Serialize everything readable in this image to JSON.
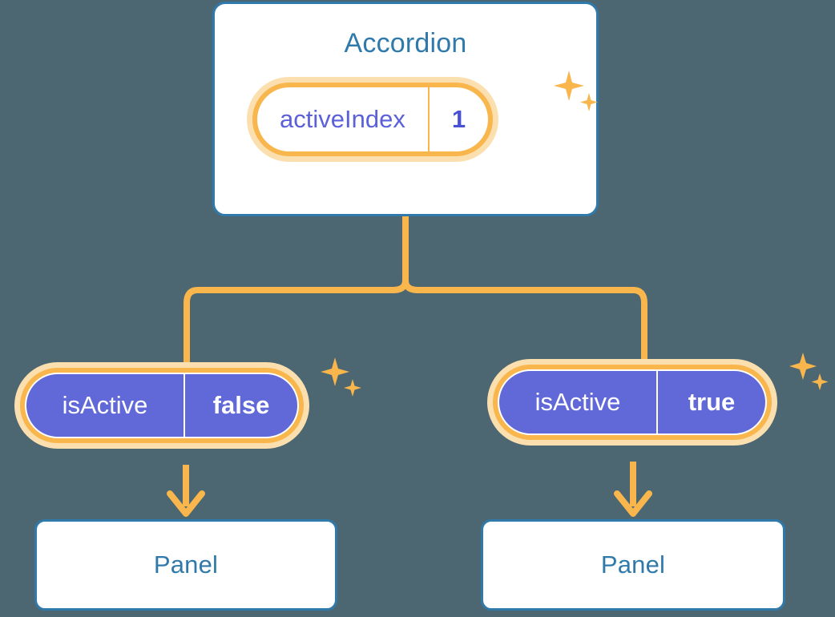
{
  "background_color": "#4c6771",
  "colors": {
    "card_border_blue": "#2f7aab",
    "title_blue": "#2f7aab",
    "pill_purple_fill": "#6168d8",
    "pill_purple_text": "#5b61d8",
    "connector_orange": "#f8b64c",
    "glow_orange": "#fbdfae",
    "white": "#ffffff"
  },
  "diagram": {
    "type": "component-state-tree",
    "root": {
      "title": "Accordion",
      "state": {
        "key": "activeIndex",
        "value": "1"
      }
    },
    "children": [
      {
        "state": {
          "key": "isActive",
          "value": "false"
        },
        "panel": {
          "title": "Panel"
        }
      },
      {
        "state": {
          "key": "isActive",
          "value": "true"
        },
        "panel": {
          "title": "Panel"
        }
      }
    ]
  },
  "icons": {
    "sparkle_large": "sparkle-icon",
    "sparkle_small": "sparkle-icon",
    "arrow_down": "arrow-down-icon"
  }
}
